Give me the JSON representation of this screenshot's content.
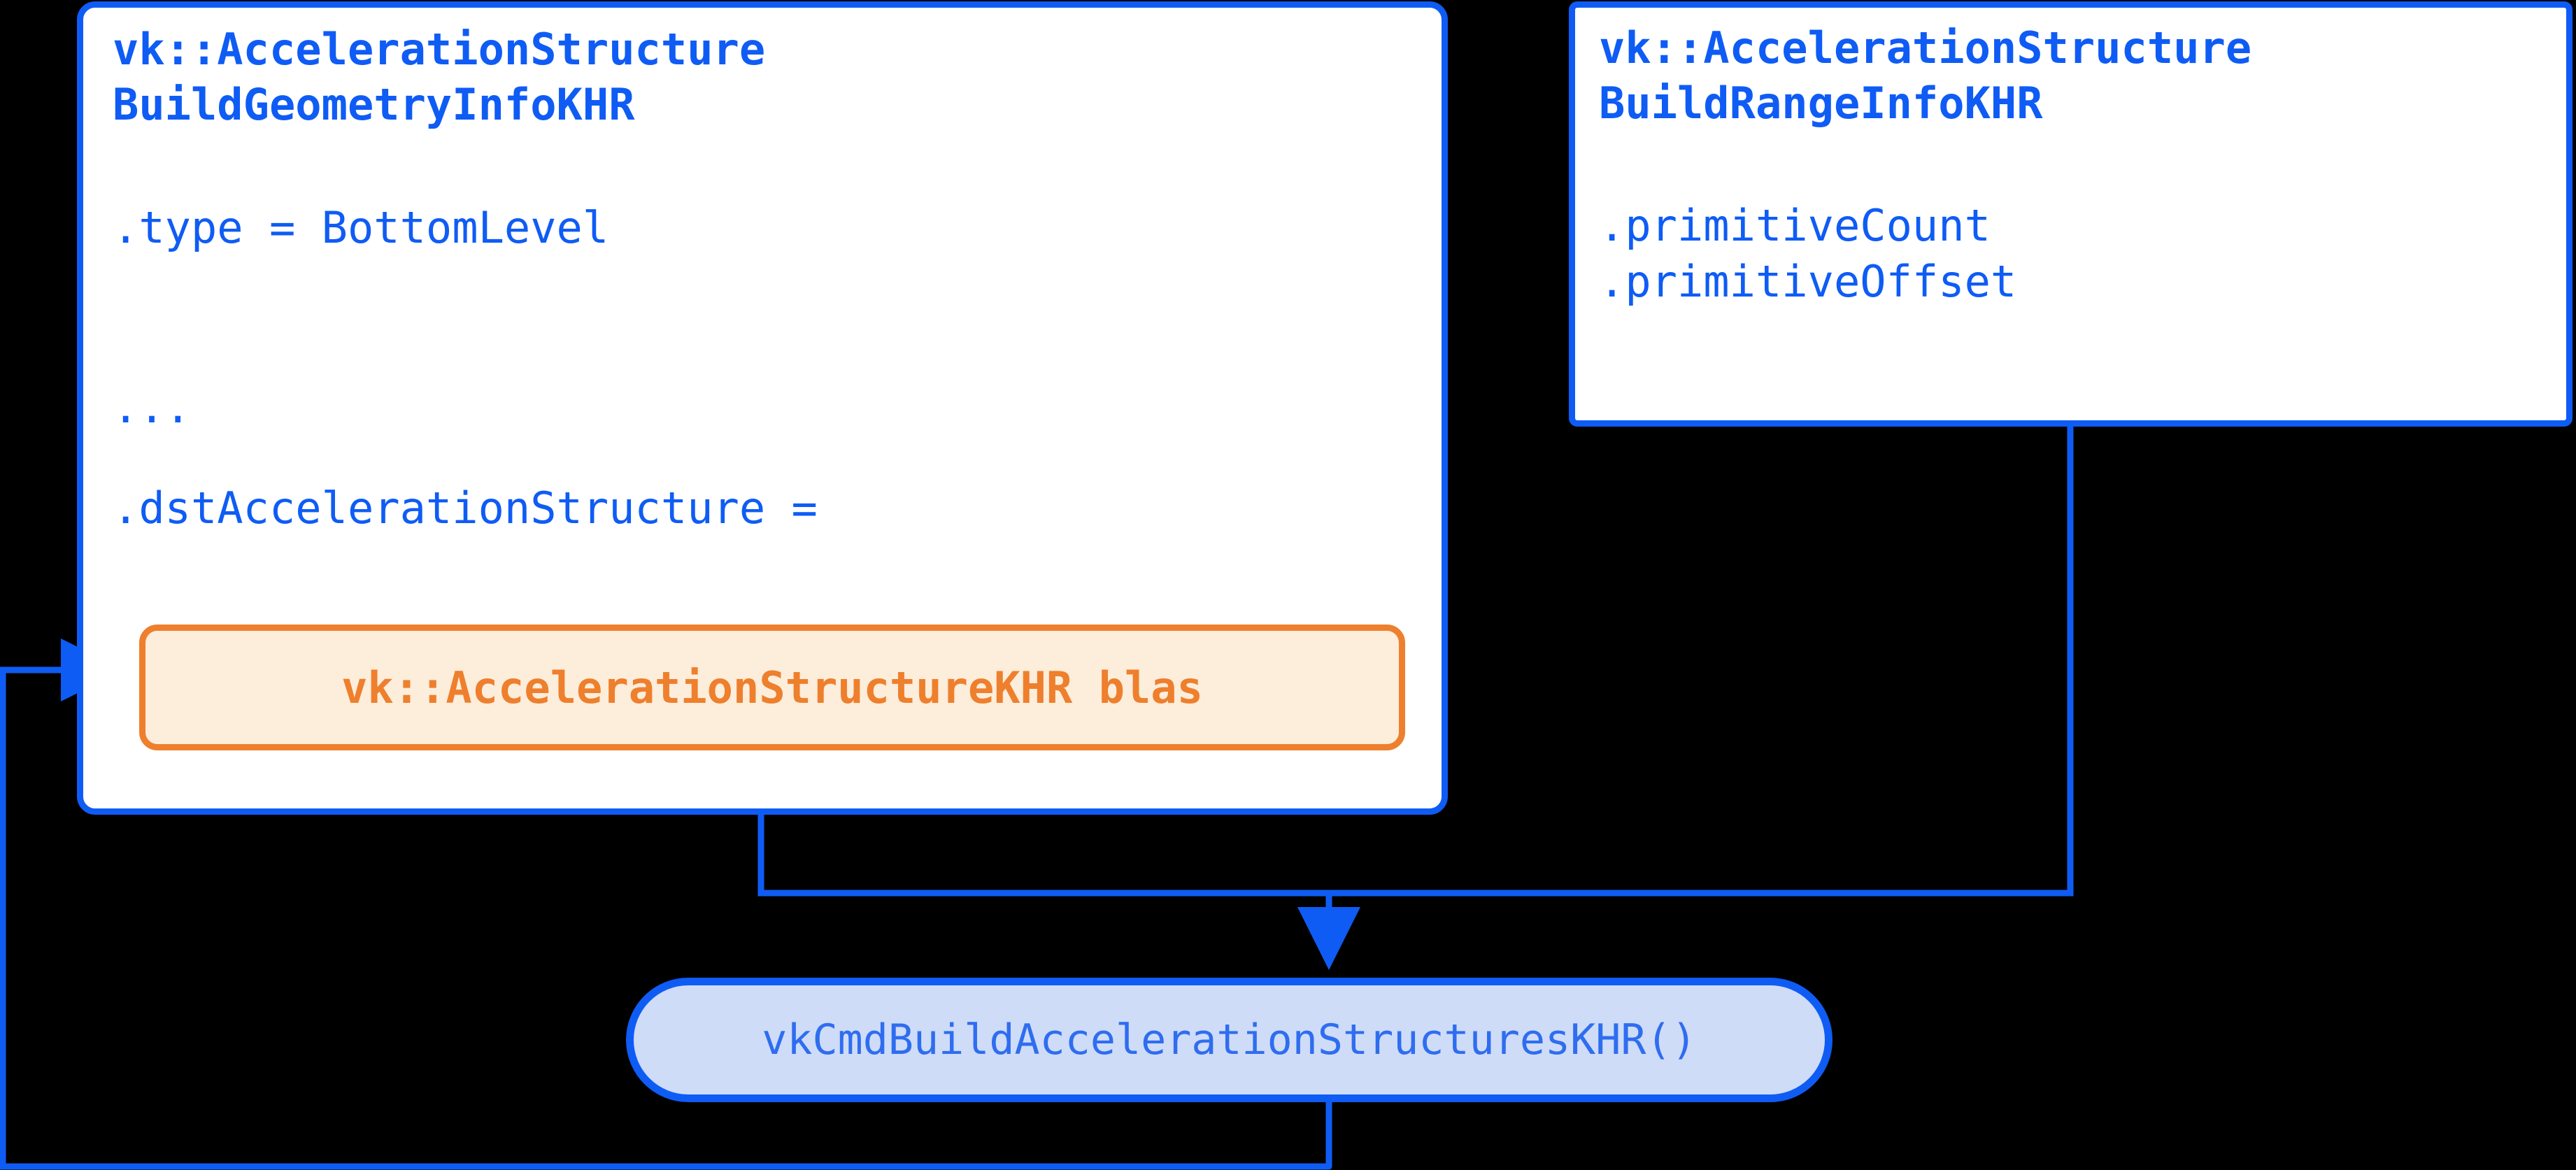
{
  "theme": {
    "background": "#000000",
    "accent_blue": "#0f5cf5",
    "accent_blue_text": "#2f6df0",
    "accent_orange": "#ee7f2d",
    "card_fill": "#ffffff",
    "orange_pill_fill": "#fdeddb",
    "blue_pill_fill": "#cedcf8"
  },
  "diagram": {
    "type": "vulkan-acceleration-structure-build-flow",
    "geometry_info_card": {
      "title_line_1": "vk::AccelerationStructure",
      "title_line_2": "BuildGeometryInfoKHR",
      "fields": [
        ".type = BottomLevel",
        "...",
        ".dstAccelerationStructure ="
      ],
      "nested_handle": "vk::AccelerationStructureKHR blas"
    },
    "range_info_card": {
      "title_line_1": "vk::AccelerationStructure",
      "title_line_2": "BuildRangeInfoKHR",
      "fields": [
        ".primitiveCount",
        ".primitiveOffset"
      ]
    },
    "command_node": {
      "label": "vkCmdBuildAccelerationStructuresKHR()"
    },
    "connectors": [
      {
        "name": "incoming-handle-arrow",
        "from": "off-canvas-left",
        "to": "vk::AccelerationStructureKHR blas",
        "arrowhead": true
      },
      {
        "name": "geometry-info-to-command",
        "from": "vk::AccelerationStructureBuildGeometryInfoKHR",
        "to": "vkCmdBuildAccelerationStructuresKHR()",
        "arrowhead": true
      },
      {
        "name": "range-info-to-command",
        "from": "vk::AccelerationStructureBuildRangeInfoKHR",
        "to": "vkCmdBuildAccelerationStructuresKHR()",
        "arrowhead": true
      },
      {
        "name": "command-output",
        "from": "vkCmdBuildAccelerationStructuresKHR()",
        "to": "off-canvas-bottom-left",
        "arrowhead": false
      }
    ]
  }
}
